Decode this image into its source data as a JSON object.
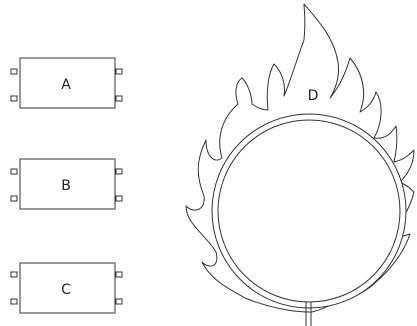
{
  "diagram": {
    "boxes": [
      {
        "id": "A",
        "label": "A"
      },
      {
        "id": "B",
        "label": "B"
      },
      {
        "id": "C",
        "label": "C"
      }
    ],
    "ring": {
      "label": "D"
    }
  }
}
